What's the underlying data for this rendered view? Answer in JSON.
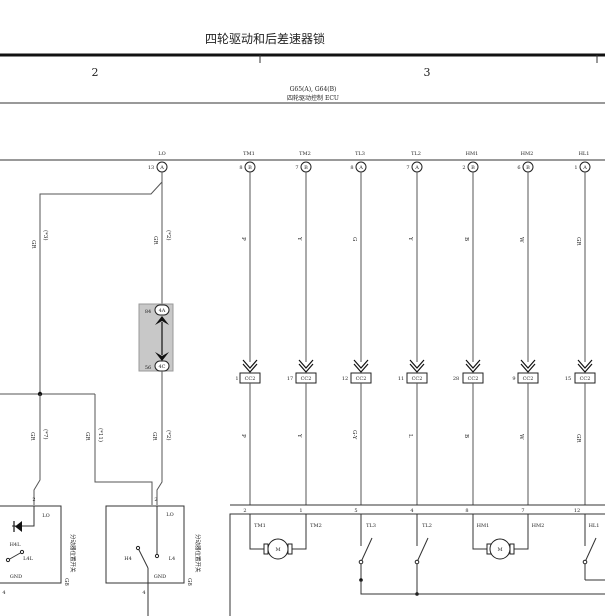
{
  "title": "四轮驱动和后差速器锁",
  "zones": [
    "2",
    "3"
  ],
  "ecu": {
    "connector_label": "G65(A), G64(B)",
    "name": "四轮驱动控制 ECU"
  },
  "ecu_pins": [
    {
      "name": "LO",
      "num": "13",
      "conn": "A"
    },
    {
      "name": "TM1",
      "num": "8",
      "conn": "B"
    },
    {
      "name": "TM2",
      "num": "7",
      "conn": "B"
    },
    {
      "name": "TL3",
      "num": "8",
      "conn": "A"
    },
    {
      "name": "TL2",
      "num": "7",
      "conn": "A"
    },
    {
      "name": "HM1",
      "num": "2",
      "conn": "B"
    },
    {
      "name": "HM2",
      "num": "6",
      "conn": "B"
    },
    {
      "name": "HL1",
      "num": "1",
      "conn": "A"
    }
  ],
  "wire_colors_upper": [
    "GR",
    "P",
    "Y",
    "G",
    "Y",
    "B",
    "W",
    "GR"
  ],
  "wire_colors_lower": [
    "GR",
    "GR",
    "GR",
    "P",
    "Y",
    "G-Y",
    "L",
    "B",
    "W",
    "GR"
  ],
  "wire_codes": [
    "(*3)",
    "(*2)",
    "(*7)",
    "(*11)",
    "(*2)"
  ],
  "junction": {
    "pin_top": "84",
    "pin_bottom": "56",
    "conn_top": "4A",
    "conn_bottom": "4C"
  },
  "cc_connectors": [
    {
      "num": "1",
      "label": "CC2"
    },
    {
      "num": "17",
      "label": "CC2"
    },
    {
      "num": "12",
      "label": "CC2"
    },
    {
      "num": "11",
      "label": "CC2"
    },
    {
      "num": "28",
      "label": "CC2"
    },
    {
      "num": "9",
      "label": "CC2"
    },
    {
      "num": "15",
      "label": "CC2"
    }
  ],
  "actuator_pins": [
    "2",
    "1",
    "5",
    "4",
    "8",
    "7",
    "12"
  ],
  "actuator_labels": [
    "TM1",
    "TM2",
    "TL3",
    "TL2",
    "HM1",
    "HM2",
    "HL1"
  ],
  "motor_symbol": "M",
  "switch_left": {
    "pin_top": "2",
    "pin_bottom": "4",
    "labels": {
      "lo": "LO",
      "h4l": "H4L",
      "l4l": "L4L",
      "gnd": "GND"
    },
    "code": "G8",
    "name": "分动器位置开关"
  },
  "switch_right": {
    "pin_top": "2",
    "pin_bottom": "4",
    "labels": {
      "lo": "LO",
      "h4": "H4",
      "l4": "L4",
      "gnd": "GND"
    },
    "code": "G8",
    "name": "分动器位置开关"
  }
}
